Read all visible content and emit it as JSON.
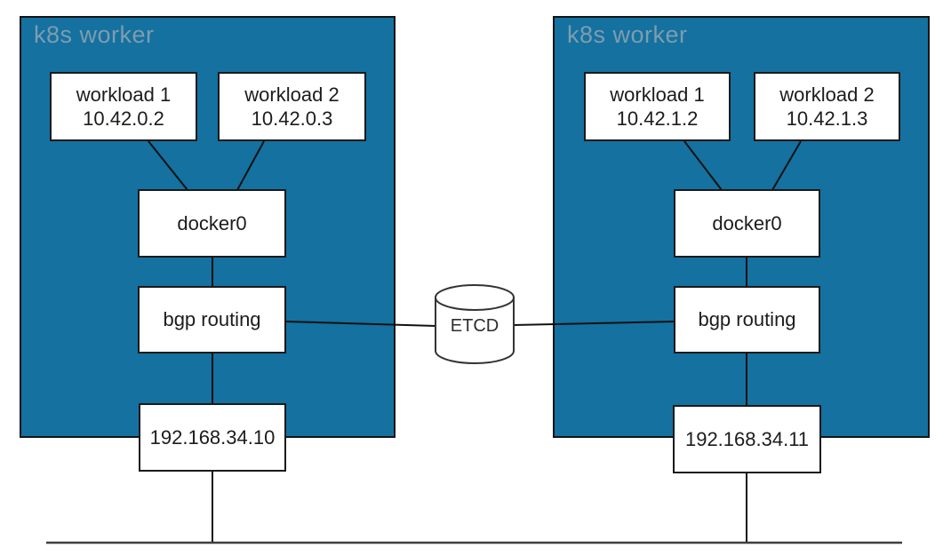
{
  "diagram": {
    "workers": [
      {
        "label": "k8s worker",
        "workload1": {
          "name": "workload 1",
          "ip": "10.42.0.2"
        },
        "workload2": {
          "name": "workload 2",
          "ip": "10.42.0.3"
        },
        "bridge_label": "docker0",
        "routing_label": "bgp routing",
        "host_ip": "192.168.34.10"
      },
      {
        "label": "k8s worker",
        "workload1": {
          "name": "workload 1",
          "ip": "10.42.1.2"
        },
        "workload2": {
          "name": "workload 2",
          "ip": "10.42.1.3"
        },
        "bridge_label": "docker0",
        "routing_label": "bgp routing",
        "host_ip": "192.168.34.11"
      }
    ],
    "datastore_label": "ETCD",
    "colors": {
      "worker_fill": "#1471A0",
      "worker_border": "#141414",
      "worker_label_text": "#7E9DAE",
      "node_fill": "#FFFFFF",
      "node_border": "#1A1A1A",
      "node_text": "#1C1C1C",
      "connector": "#111111",
      "network_line": "#3F3F3F",
      "cylinder_stroke": "#333333"
    }
  }
}
